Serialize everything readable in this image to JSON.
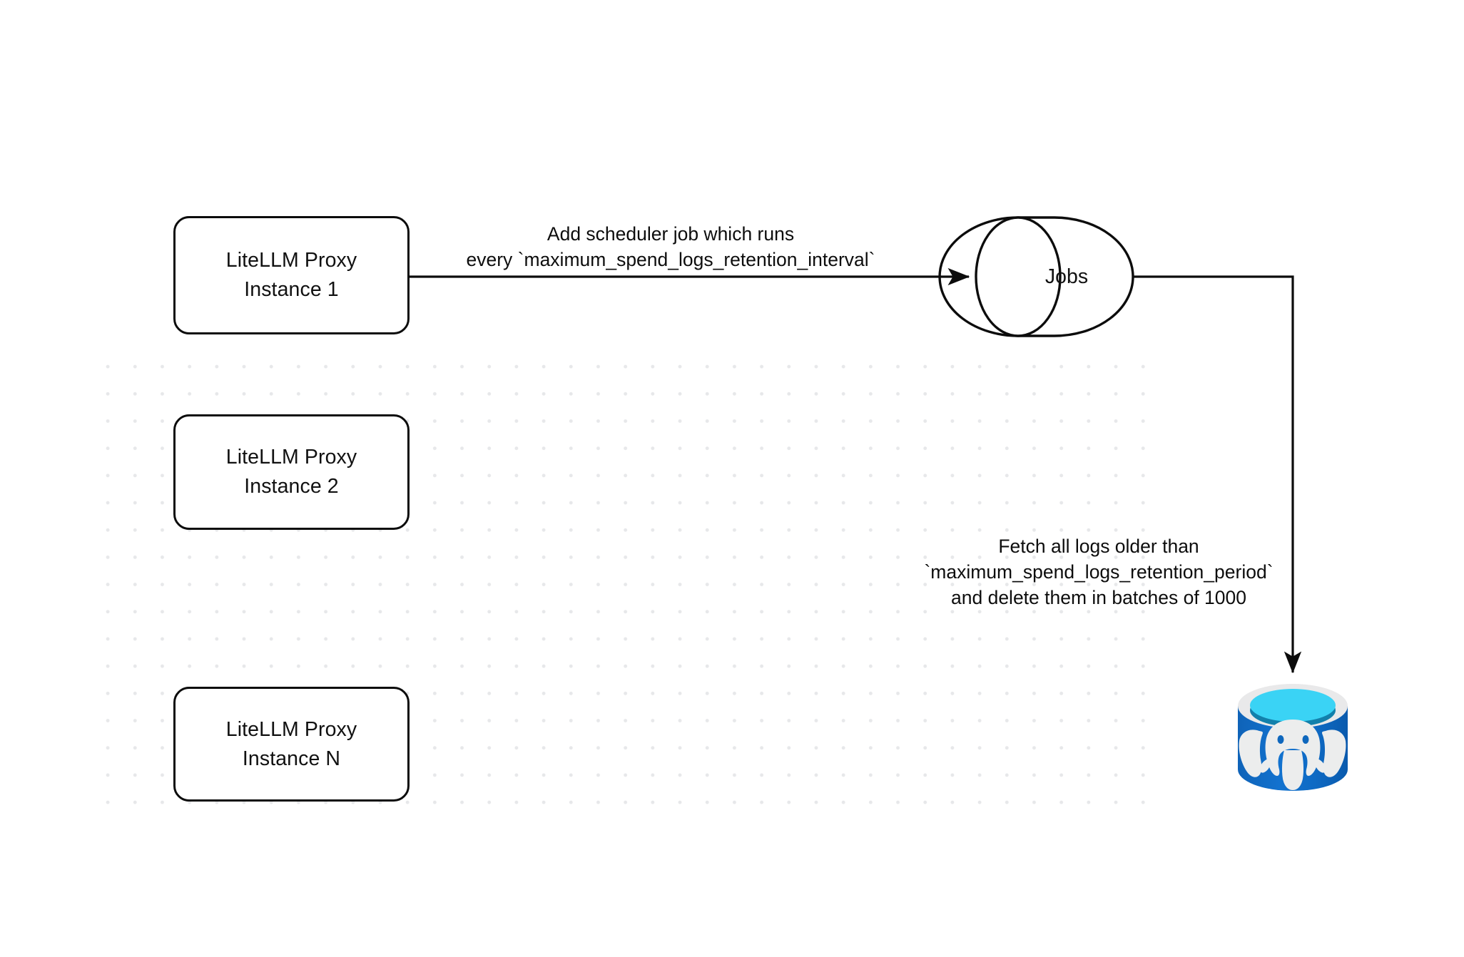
{
  "diagram": {
    "title": "LiteLLM spend logs retention scheduler flow",
    "background": "#ffffff",
    "grid_dot_color": "#e7e8ea",
    "stroke_color": "#0c0c0c"
  },
  "nodes": {
    "instance_1": {
      "line1": "LiteLLM Proxy",
      "line2": "Instance 1"
    },
    "instance_2": {
      "line1": "LiteLLM Proxy",
      "line2": "Instance 2"
    },
    "instance_n": {
      "line1": "LiteLLM Proxy",
      "line2": "Instance N"
    },
    "jobs": {
      "label": "Jobs",
      "shape": "cylinder"
    },
    "database": {
      "label": "postgresql-icon",
      "shape": "database-cylinder",
      "brand_color": "#0f6bc0",
      "top_color": "#3ad3f5",
      "rim_color": "#e9e9e9"
    }
  },
  "edges": {
    "scheduler": {
      "line1": "Add scheduler",
      "line2": "job which runs",
      "line3": "every `maximum_spend_logs_retention_interval`"
    },
    "fetch": {
      "line1": "Fetch all logs older than",
      "line2": "`maximum_spend_logs_retention_period`",
      "line3": "and delete them in batches of 1000"
    }
  }
}
